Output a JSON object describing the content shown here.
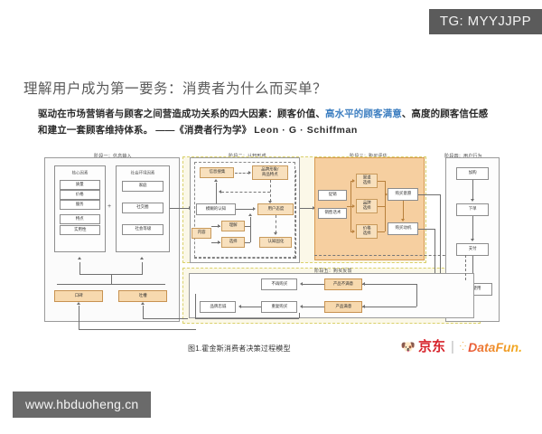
{
  "watermarks": {
    "telegram": "TG: MYYJJPP",
    "site": "www.hbduoheng.cn"
  },
  "slide": {
    "title": "理解用户成为第一要务：消费者为什么而买单？",
    "body_line1_a": "驱动在市场营销者与顾客之间营造成功关系的四大因素：顾客价值、",
    "body_line1_hl": "高水平的顾客满意",
    "body_line1_b": "、高度的顾客信任感",
    "body_line2_a": "和建立一套顾客维持体系。 ——《消费者行为学》",
    "body_line2_b": "Leon · G · Schiffman",
    "caption": "图1.霍金斯消费者决策过程模型"
  },
  "logos": {
    "jd_mark": "🐶",
    "jd_text": "京东",
    "divider": "|",
    "datafun_dots": "⁛",
    "datafun_text": "DataFun."
  },
  "colors": {
    "accent_blue": "#3e7fc1",
    "tan_fill": "#f7d9ae",
    "orange_panel": "#f6cfa0",
    "tint_panel": "#fbf8e8",
    "jd_red": "#d7232b",
    "datafun_orange": "#e8662f",
    "watermark_bg": "#5b5b5b"
  },
  "figure": {
    "stages": [
      {
        "id": "stage-1",
        "header": "阶段一：信息输入"
      },
      {
        "id": "stage-2",
        "header": "阶段二：认知形成"
      },
      {
        "id": "stage-3",
        "header": "阶段三：购买评估"
      },
      {
        "id": "stage-4",
        "header": "阶段四：用户行为"
      },
      {
        "id": "stage-5",
        "header": "阶段五：购买反馈"
      }
    ],
    "stage1": {
      "group_core_label": "核心因素",
      "core_items": [
        "质量",
        "价格",
        "服务",
        "特点",
        "实用性"
      ],
      "plus": "+",
      "group_social_label": "社会环境因素",
      "social_items": [
        "家庭",
        "社交圈",
        "社会等级"
      ],
      "outputs": [
        "口碑",
        "吐槽"
      ]
    },
    "stage2": {
      "info_collect": "信息搜集",
      "brand_image": "品牌形象/\n商品特点",
      "vague_cognition": "模糊的认知",
      "content": "内容",
      "understand": "理解",
      "choose": "选择",
      "user_attitude": "用户态度",
      "cognition_fixed": "认知固化"
    },
    "stage3": {
      "promotion": "促销",
      "sales_script": "销售话术",
      "channel_choice": "渠道\n选择",
      "brand_choice": "品牌\n选择",
      "price_choice": "价格\n选择",
      "purchase_intent": "购买意愿",
      "purchase_motive": "购买动机"
    },
    "stage4": {
      "items": [
        "加购",
        "下单",
        "支付",
        "购买使用"
      ]
    },
    "stage5": {
      "dissatisfied": "产品不满意",
      "no_repurchase": "不再购买",
      "satisfied": "产品满意",
      "repurchase": "重复购买",
      "brand_loyalty": "品牌忠诚"
    }
  }
}
